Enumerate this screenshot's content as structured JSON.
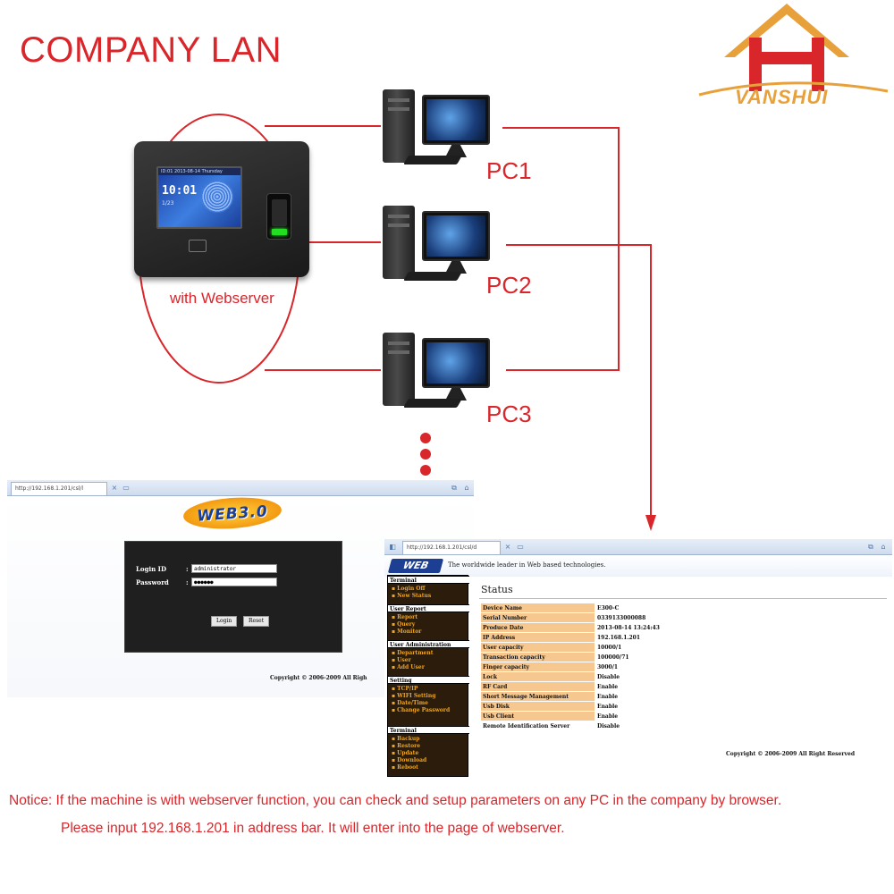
{
  "title": "COMPANY LAN",
  "logo": {
    "text": "VANSHUI"
  },
  "device": {
    "label": "with Webserver",
    "screen": {
      "status_line": "ID:01   2013-08-14  Thursday",
      "time": "10:01",
      "date": "1/23"
    }
  },
  "pcs": [
    {
      "label": "PC1"
    },
    {
      "label": "PC2"
    },
    {
      "label": "PC3"
    }
  ],
  "login_window": {
    "tab_url": "http://192.168.1.201/csl/l",
    "logo_text": "WEB3.0",
    "login_id_label": "Login ID",
    "login_id_value": "administrator",
    "password_label": "Password",
    "password_value": "●●●●●●",
    "login_button": "Login",
    "reset_button": "Reset",
    "copyright": "Copyright © 2006-2009 All Righ"
  },
  "status_window": {
    "tab_url": "http://192.168.1.201/csl/d",
    "logo_text": "WEB",
    "tagline": "The worldwide leader in Web based technologies.",
    "page_title": "Status",
    "sidebar": [
      {
        "section": "Terminal",
        "items": [
          "Login Off",
          "New Status"
        ]
      },
      {
        "section": "User Report",
        "items": [
          "Report",
          "Query",
          "Monitor"
        ]
      },
      {
        "section": "User Administration",
        "items": [
          "Department",
          "User",
          "Add User"
        ]
      },
      {
        "section": "Setting",
        "items": [
          "TCP/IP",
          "WIFI Setting",
          "Date/Time",
          "Change Password"
        ]
      },
      {
        "section": "Terminal",
        "items": [
          "Backup",
          "Restore",
          "Update",
          "Download",
          "Reboot"
        ]
      }
    ],
    "rows": [
      {
        "key": "Device Name",
        "value": "E300-C"
      },
      {
        "key": "Serial Number",
        "value": "0339133000088"
      },
      {
        "key": "Produce Date",
        "value": "2013-08-14 13:24:43"
      },
      {
        "key": "IP Address",
        "value": "192.168.1.201"
      },
      {
        "key": "User capacity",
        "value": "10000/1"
      },
      {
        "key": "Transaction capacity",
        "value": "100000/71"
      },
      {
        "key": "Finger capacity",
        "value": "3000/1"
      },
      {
        "key": "Lock",
        "value": "Disable"
      },
      {
        "key": "RF Card",
        "value": "Enable"
      },
      {
        "key": "Short Message Management",
        "value": "Enable"
      },
      {
        "key": "Usb Disk",
        "value": "Enable"
      },
      {
        "key": "Usb Client",
        "value": "Enable"
      },
      {
        "key": "Remote Identification Server",
        "value": "Disable"
      }
    ],
    "copyright": "Copyright © 2006-2009 All Right Reserved"
  },
  "notice": {
    "line1": "Notice: If the machine is with webserver function, you can check and setup parameters on any PC in the company by browser.",
    "line2": "Please input 192.168.1.201 in address bar. It will enter into the page of webserver."
  },
  "colors": {
    "accent_red": "#d9262b",
    "logo_orange": "#e8a13a",
    "sidebar_bg": "#2b1c0c",
    "sidebar_link": "#f2a51c",
    "status_key_bg": "#f6c88f"
  }
}
